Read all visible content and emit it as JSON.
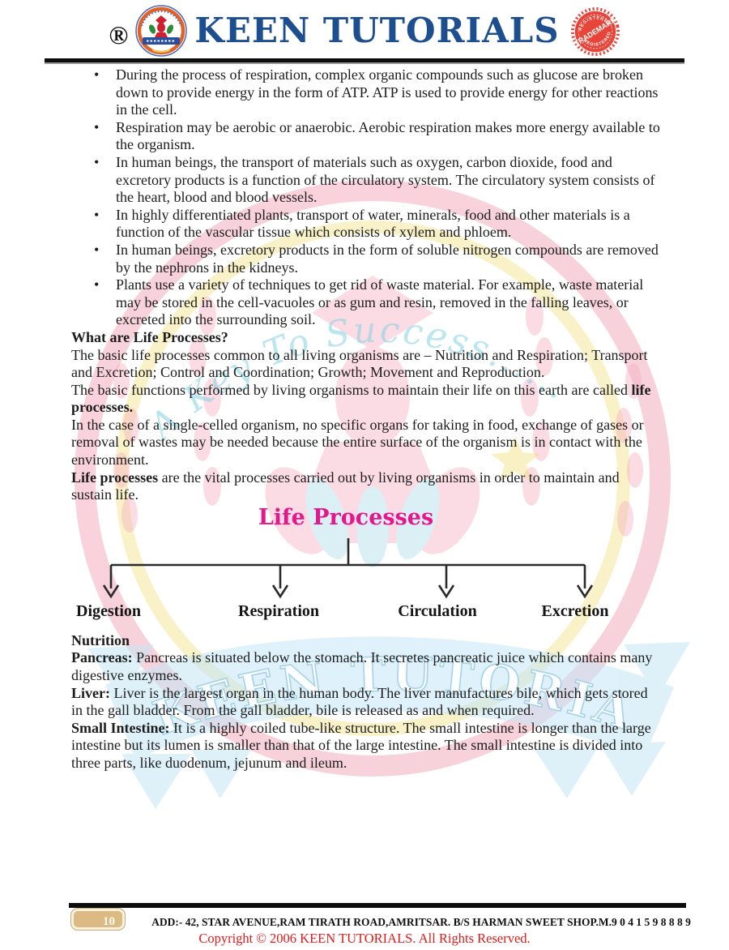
{
  "header": {
    "registered_mark": "®",
    "brand": "KEEN TUTORIALS",
    "stamp": {
      "word": "TRADEMARK",
      "line1": "REGISTERED",
      "line2": "REGISTERED"
    }
  },
  "bullets": [
    "During the process of respiration, complex organic compounds such as glucose are broken down to provide energy in the form of ATP. ATP is used to provide energy for other reactions in the cell.",
    "Respiration may be aerobic or anaerobic. Aerobic respiration makes more energy available to the organism.",
    "In human beings, the transport of materials such as oxygen, carbon dioxide, food and excretory products is a function of the circulatory system. The circulatory system consists of the heart, blood and blood vessels.",
    "In highly differentiated plants, transport of water, minerals, food and other materials is a function of the vascular tissue which consists of xylem and phloem.",
    "In human beings, excretory products in the form of soluble nitrogen compounds are removed by the nephrons in the kidneys.",
    "Plants use a variety of techniques to get rid of waste material. For example, waste material may be stored in the cell-vacuoles or as gum and resin, removed in the falling leaves, or excreted into the surrounding soil."
  ],
  "sections": {
    "what_heading": "What are Life Processes?",
    "p1": "The basic life processes common to all living organisms are – Nutrition and Respiration; Transport and Excretion; Control and Coordination; Growth; Movement and Reproduction.",
    "p2_text": "The basic functions performed by living organisms to maintain their life on this earth are called ",
    "p2_bold": "life processes.",
    "p3": "In the case of a single-celled organism, no specific organs for taking in food, exchange of gases or removal of wastes may be needed because the entire surface of the organism is in contact with the environment.",
    "p4_bold": "Life processes",
    "p4_text": " are the vital processes carried out by living organisms in order to maintain and sustain life."
  },
  "diagram": {
    "title": "Life Processes",
    "branches": [
      "Digestion",
      "Respiration",
      "Circulation",
      "Excretion"
    ]
  },
  "nutrition": {
    "heading": "Nutrition",
    "items": [
      {
        "label": "Pancreas:",
        "text": " Pancreas is situated below the stomach. It secretes pancreatic juice which contains many digestive enzymes."
      },
      {
        "label": "Liver:",
        "text": " Liver is the largest organ in the human body. The liver manufactures bile, which gets stored in the gall bladder. From the gall bladder, bile is released as and when required."
      },
      {
        "label": "Small Intestine:",
        "text": " It is a highly coiled tube-like structure. The small intestine is longer than the large intestine but its lumen is smaller than that of the large intestine. The small intestine is divided into three parts, like duodenum, jejunum and ileum."
      }
    ]
  },
  "watermark": {
    "script_text": "A Key To Success......",
    "brand_arc": "KEEN TUTORIALS"
  },
  "footer": {
    "page_number": "10",
    "address": "ADD:- 42, STAR AVENUE,RAM TIRATH ROAD,AMRITSAR. B/S HARMAN SWEET SHOP.M.9 0 4 1 5 9 8 8 8 9",
    "copyright": "Copyright © 2006 KEEN TUTORIALS. All Rights Reserved."
  },
  "colors": {
    "brand_blue": "#1d4e8f",
    "diagram_title_magenta": "#e4188c",
    "copyright_red": "#e21a1a",
    "stamp_red": "#e8453a",
    "page_tab_tan": "#dcba83"
  }
}
